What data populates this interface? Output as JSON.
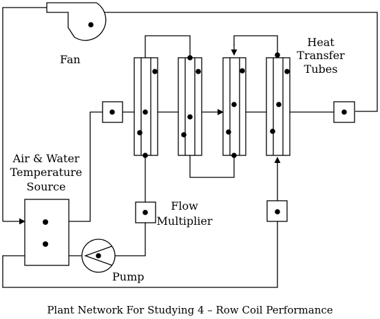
{
  "labels": {
    "fan": "Fan",
    "heat_transfer_tubes": [
      "Heat",
      "Transfer",
      "Tubes"
    ],
    "air_water_source": [
      "Air & Water",
      "Temperature",
      "Source"
    ],
    "flow_multiplier": [
      "Flow",
      "Multiplier"
    ],
    "pump": "Pump"
  },
  "caption": "Plant Network For Studying  4 – Row Coil Performance",
  "colors": {
    "line": "#000000",
    "background": "#ffffff"
  }
}
